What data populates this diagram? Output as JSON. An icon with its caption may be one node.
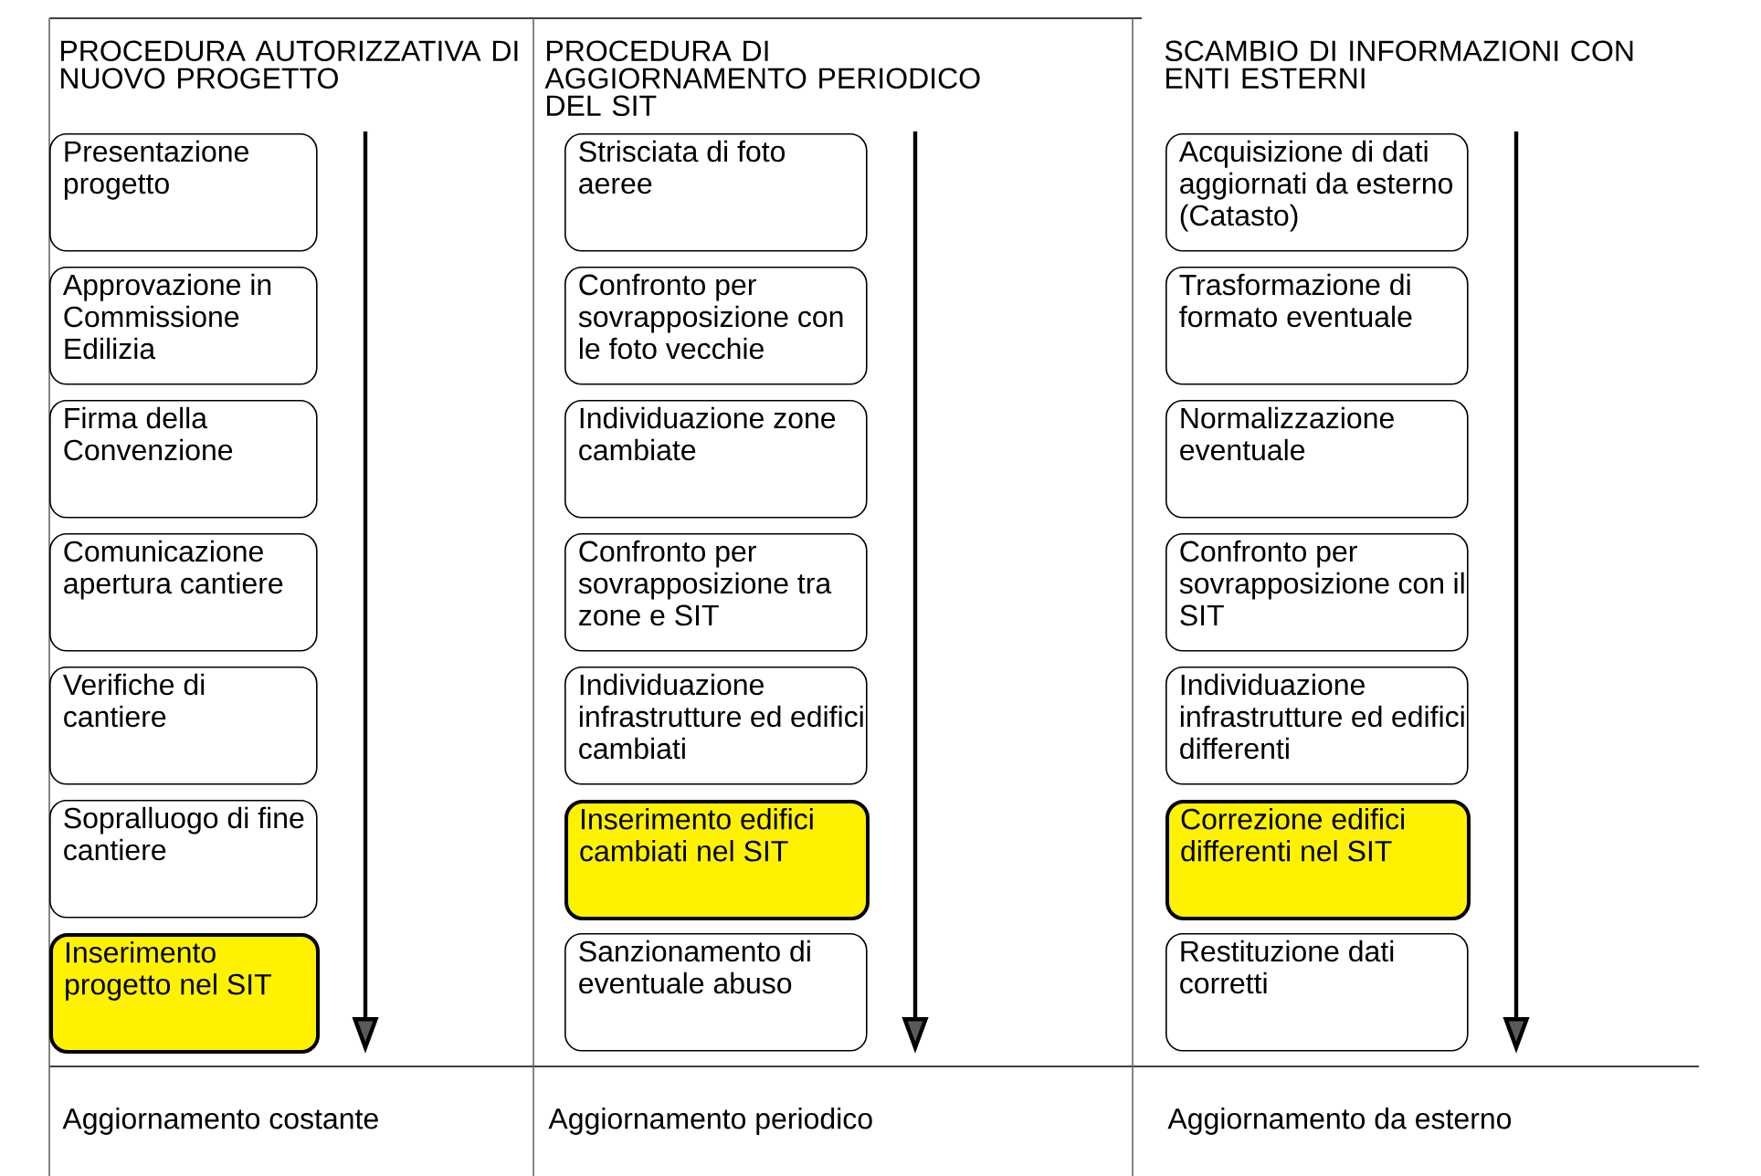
{
  "diagram": {
    "nodes": [
      {
        "text": [
          "Presentazione progetto"
        ]
      },
      {
        "text": [
          "Approvazione in Commissione Edilizia"
        ]
      },
      {
        "text": [
          "Firma della Convenzione"
        ]
      },
      {
        "text": [
          "Comunicazione apertura cantiere"
        ]
      },
      {
        "text": [
          "Verifiche di cantiere"
        ]
      },
      {
        "text": [
          "Sopralluogo di fine cantiere"
        ]
      },
      {
        "text": [
          "Inserimento progetto nel SIT"
        ]
      },
      {
        "text": [
          "Strisciata di foto aeree"
        ]
      },
      {
        "text": [
          "Confronto per sovrapposizione con le foto vecchie"
        ]
      },
      {
        "text": [
          "Individuazione zone cambiate"
        ]
      },
      {
        "text": [
          "Confronto per sovrapposizione tra zone e SIT"
        ]
      },
      {
        "text": [
          "Individuazione infrastrutture ed edifici cambiati"
        ]
      },
      {
        "text": [
          "Inserimento edifici cambiati nel SIT"
        ]
      },
      {
        "text": [
          "Sanzionamento di eventuale abuso"
        ]
      },
      {
        "text": [
          "Acquisizione di dati aggiornati da esterno (Catasto)"
        ]
      },
      {
        "text": [
          "Trasformazione di formato eventuale"
        ]
      },
      {
        "text": [
          "Normalizzazione eventuale"
        ]
      },
      {
        "text": [
          "Confronto per sovrapposizione con il SIT"
        ]
      },
      {
        "text": [
          "Individuazione infrastrutture ed edifici differenti"
        ]
      },
      {
        "text": [
          "Correzione edifici differenti nel SIT"
        ]
      },
      {
        "text": [
          "Restituzione dati corretti"
        ]
      }
    ],
    "labels": [
      "PROCEDURA AUTORIZZATIVA DI NUOVO PROGETTO",
      "PROCEDURA DI AGGIORNAMENTO PERIODICO DEL SIT",
      "SCAMBIO DI INFORMAZIONI CON ENTI ESTERNI",
      "Aggiornamento costante",
      "Aggiornamento periodico",
      "Aggiornamento da esterno"
    ]
  }
}
